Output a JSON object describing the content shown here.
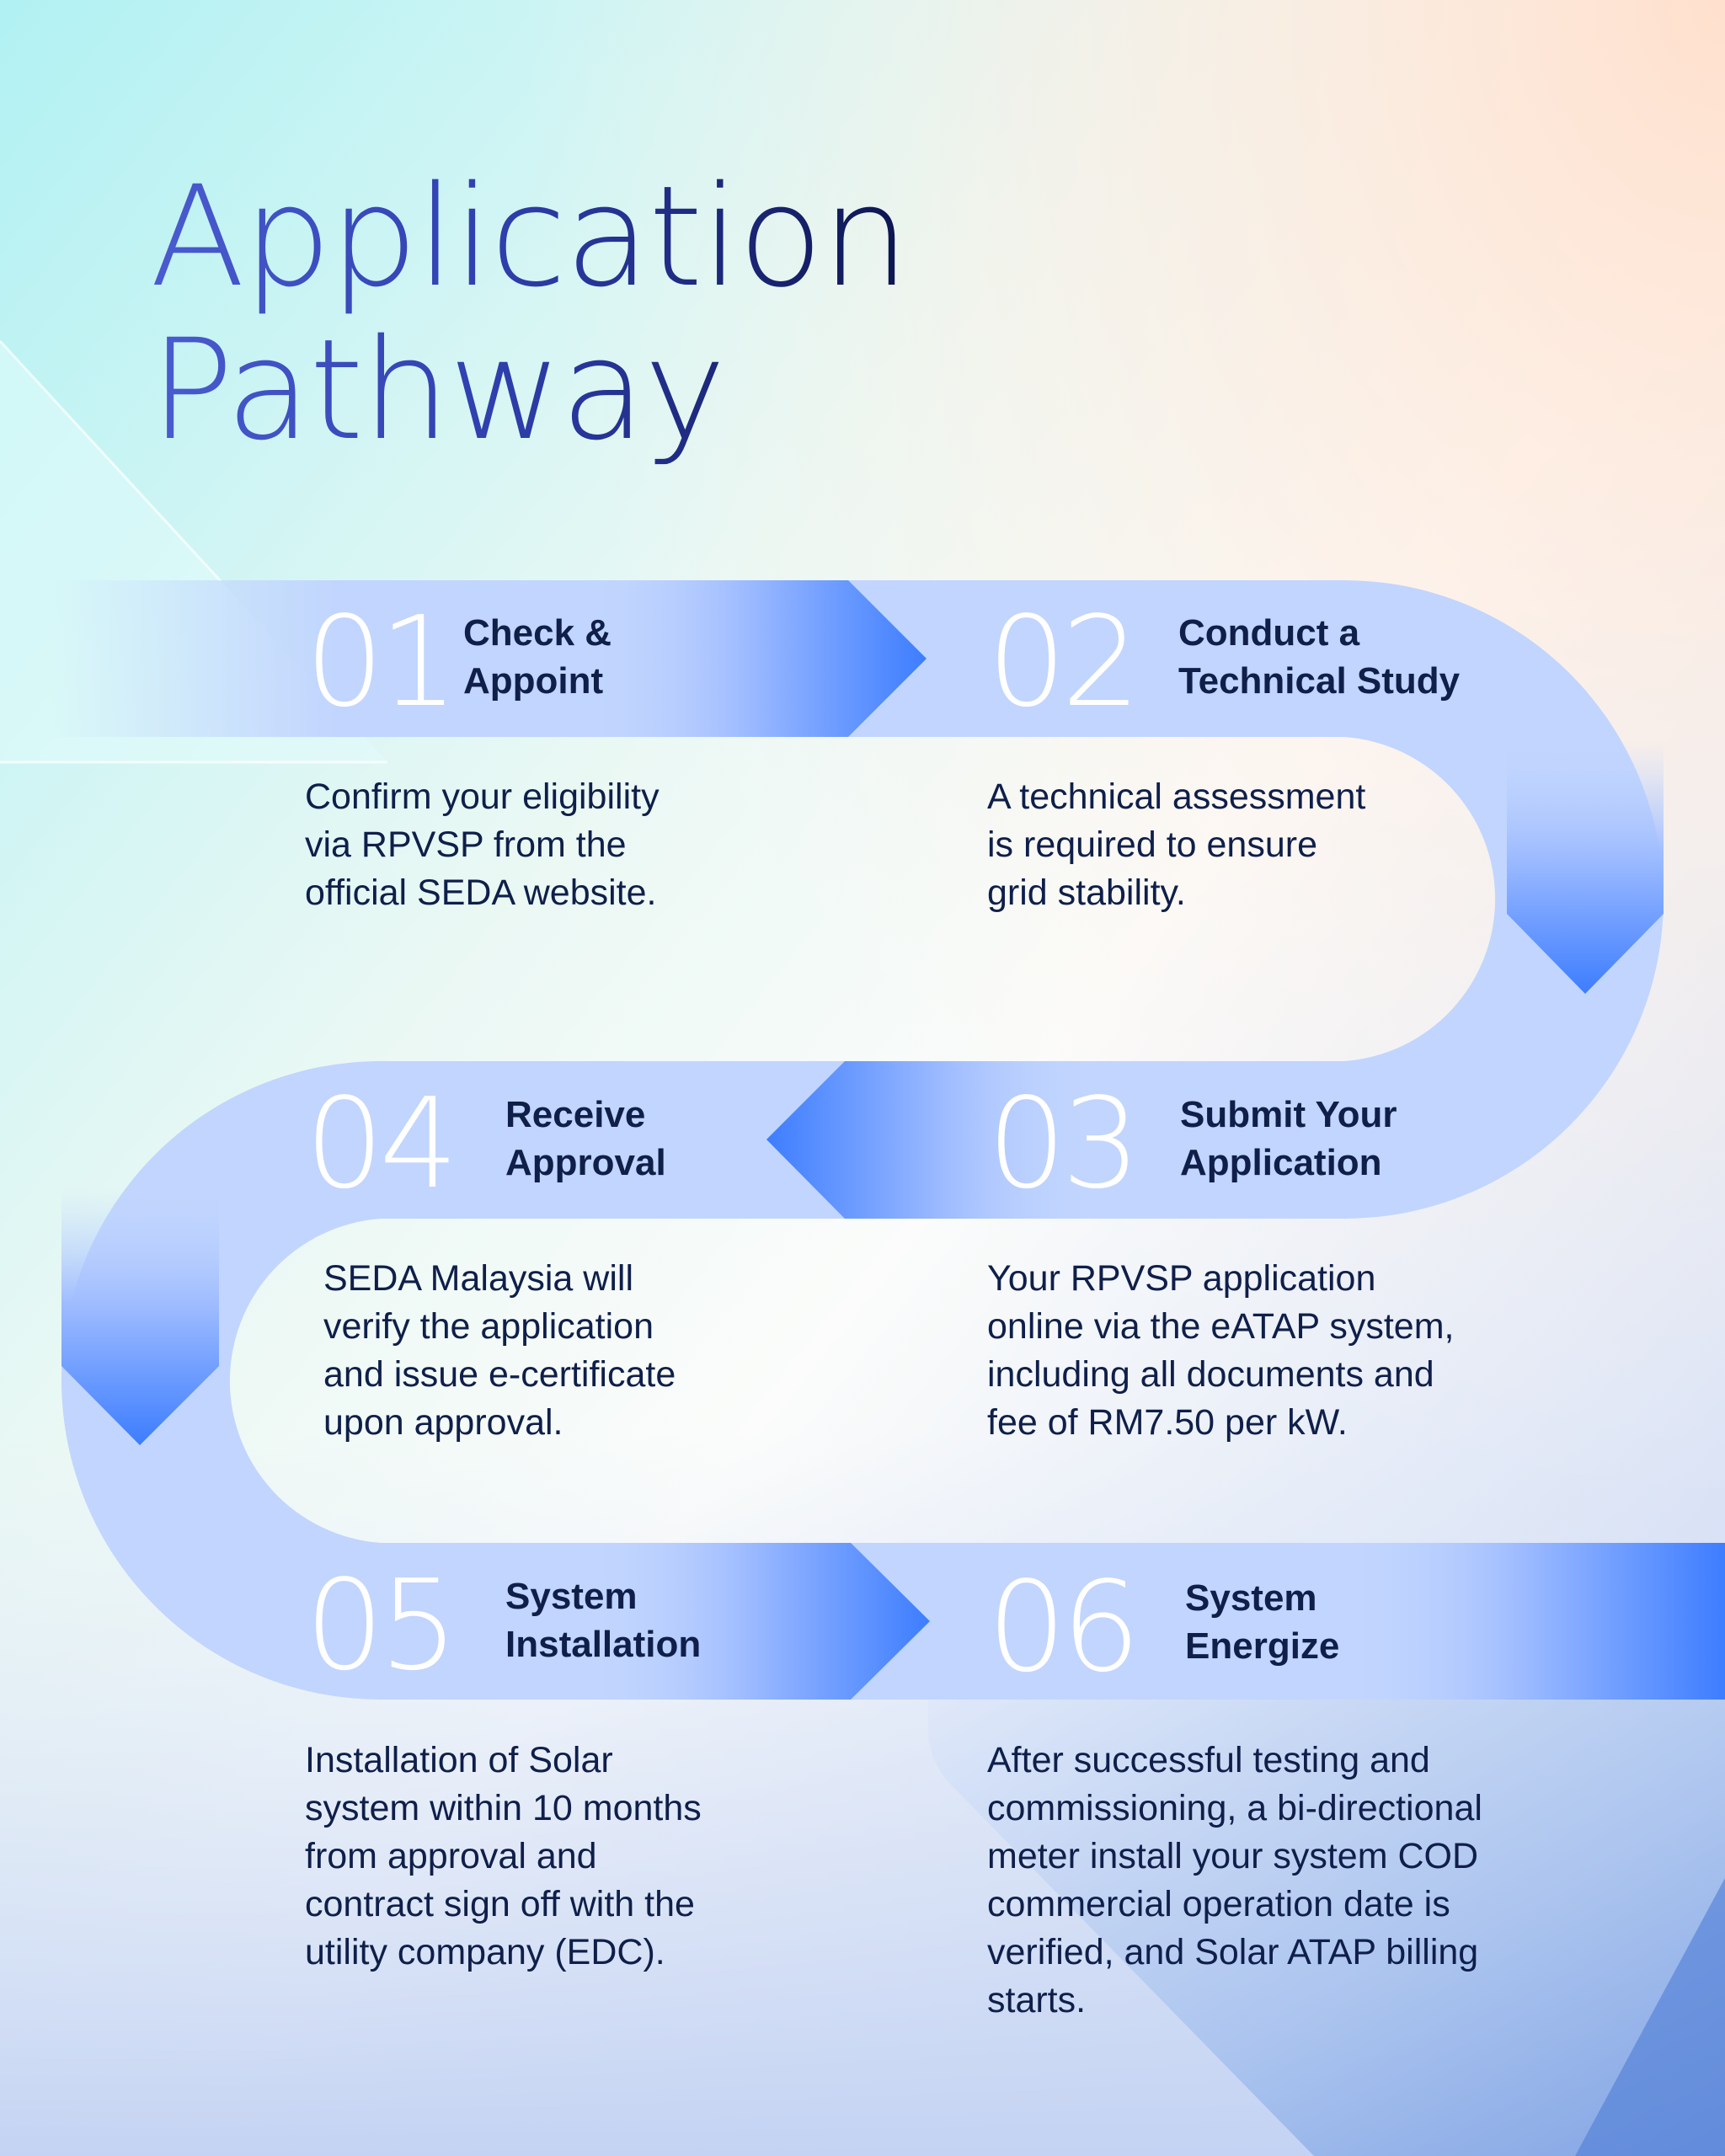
{
  "title": {
    "line1": "Application",
    "line2": "Pathway"
  },
  "colors": {
    "band": "#c1d5fe",
    "arrow_accent": "#3d7dff",
    "heading_text": "#0f1f4a",
    "title_start": "#4a5cd0",
    "title_end": "#0d1550",
    "number_text": "#ffffff"
  },
  "steps": [
    {
      "number": "01",
      "heading": [
        "Check &",
        "Appoint"
      ],
      "description": [
        "Confirm your eligibility",
        "via RPVSP from the",
        "official SEDA website."
      ]
    },
    {
      "number": "02",
      "heading": [
        "Conduct a",
        "Technical Study"
      ],
      "description": [
        "A technical assessment",
        "is required to ensure",
        "grid stability."
      ]
    },
    {
      "number": "03",
      "heading": [
        "Submit Your",
        "Application"
      ],
      "description": [
        "Your RPVSP application",
        "online via the eATAP system,",
        "including all documents and",
        "fee of RM7.50 per kW."
      ]
    },
    {
      "number": "04",
      "heading": [
        "Receive",
        "Approval"
      ],
      "description": [
        "SEDA Malaysia will",
        "verify the application",
        "and issue e-certificate",
        "upon approval."
      ]
    },
    {
      "number": "05",
      "heading": [
        "System",
        "Installation"
      ],
      "description": [
        "Installation of Solar",
        "system within 10 months",
        "from approval and",
        "contract sign off with the",
        "utility company (EDC)."
      ]
    },
    {
      "number": "06",
      "heading": [
        "System",
        "Energize"
      ],
      "description": [
        "After successful testing and",
        "commissioning, a bi-directional",
        "meter install your system COD",
        "commercial operation date is",
        "verified, and Solar ATAP billing",
        "starts."
      ]
    }
  ]
}
